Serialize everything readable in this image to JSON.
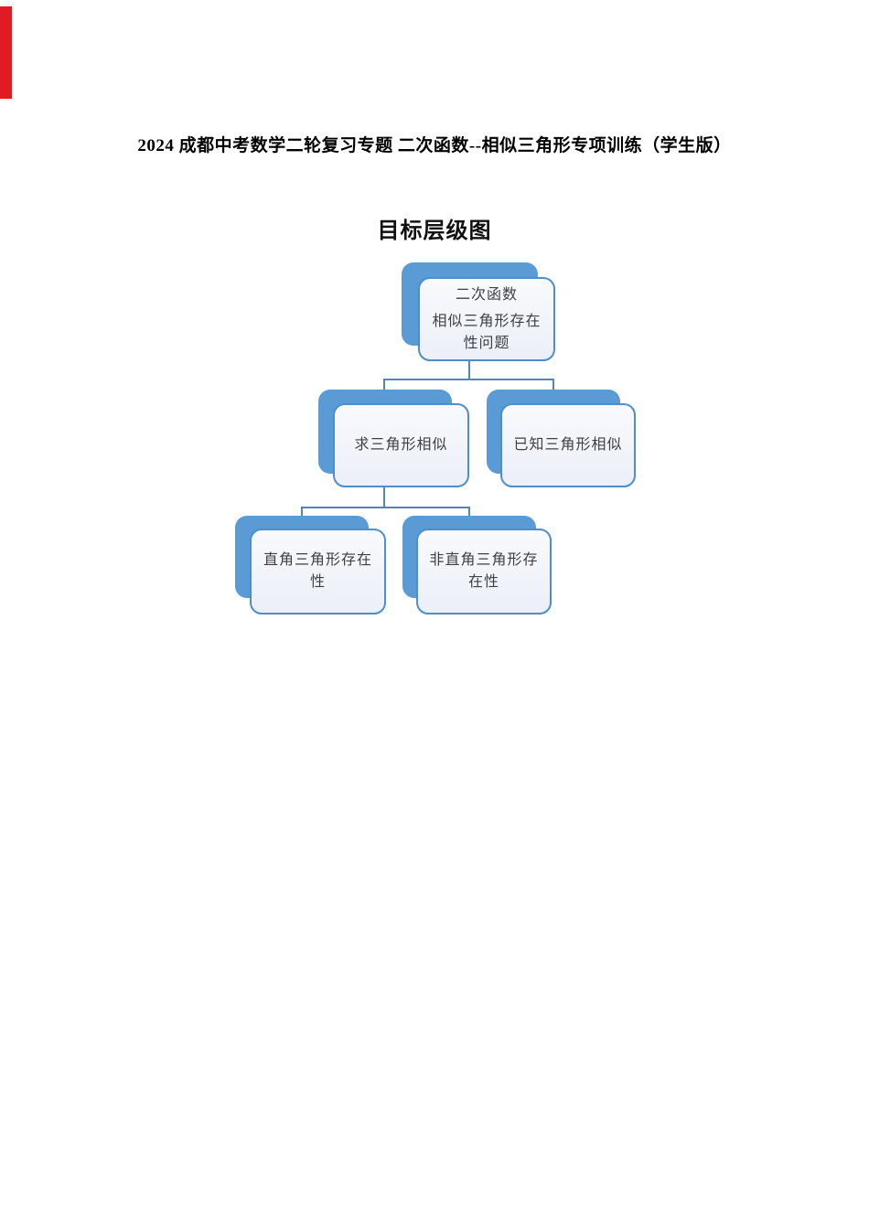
{
  "document": {
    "title": "2024 成都中考数学二轮复习专题 二次函数--相似三角形专项训练（学生版）",
    "section_heading": "目标层级图"
  },
  "colors": {
    "node_blue": "#5b9bd5",
    "card_border": "#4e8ecb",
    "card_fill_top": "#f8fafd",
    "card_fill_bottom": "#eceff8",
    "connector": "#5584b9",
    "node_text": "#3f3f46",
    "red_bar": "#e01b22"
  },
  "diagram": {
    "root": {
      "lines": [
        "二次函数",
        "相似三角形存在",
        "性问题"
      ]
    },
    "level2_left": {
      "lines": [
        "求三角形相似"
      ]
    },
    "level2_right": {
      "lines": [
        "已知三角形相似"
      ]
    },
    "level3_left": {
      "lines": [
        "直角三角形存在",
        "性"
      ]
    },
    "level3_right": {
      "lines": [
        "非直角三角形存",
        "在性"
      ]
    }
  }
}
